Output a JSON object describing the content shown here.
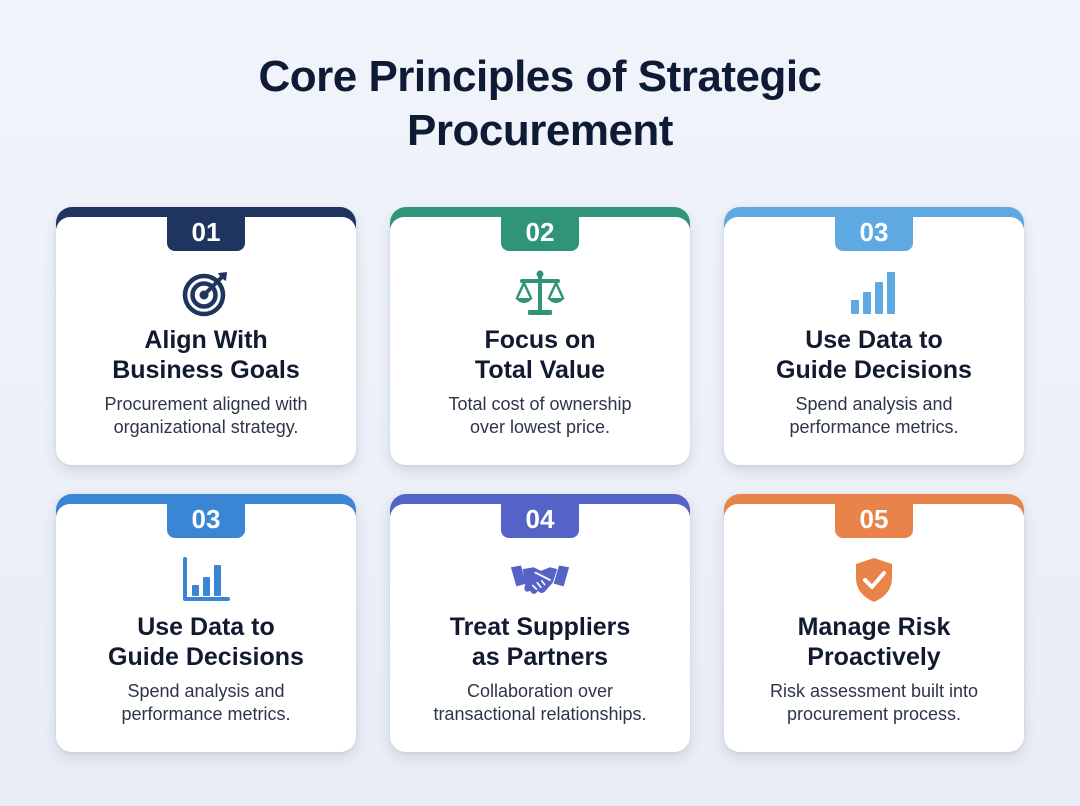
{
  "title": {
    "line1": "Core Principles of Strategic",
    "line2": "Procurement"
  },
  "cards": [
    {
      "number": "01",
      "heading_line1": "Align With",
      "heading_line2": "Business Goals",
      "desc_line1": "Procurement aligned with",
      "desc_line2": "organizational strategy.",
      "icon": "target-icon",
      "color": "#1f3560"
    },
    {
      "number": "02",
      "heading_line1": "Focus on",
      "heading_line2": "Total Value",
      "desc_line1": "Total cost of ownership",
      "desc_line2": "over lowest price.",
      "icon": "scale-icon",
      "color": "#2f9478"
    },
    {
      "number": "03",
      "heading_line1": "Use Data to",
      "heading_line2": "Guide Decisions",
      "desc_line1": "Spend analysis and",
      "desc_line2": "performance metrics.",
      "icon": "bar-chart-icon",
      "color": "#5fa9e2"
    },
    {
      "number": "03",
      "heading_line1": "Use Data to",
      "heading_line2": "Guide Decisions",
      "desc_line1": "Spend analysis and",
      "desc_line2": "performance metrics.",
      "icon": "bar-chart-axis-icon",
      "color": "#3a86d4"
    },
    {
      "number": "04",
      "heading_line1": "Treat Suppliers",
      "heading_line2": "as Partners",
      "desc_line1": "Collaboration over",
      "desc_line2": "transactional relationships.",
      "icon": "handshake-icon",
      "color": "#5563c8"
    },
    {
      "number": "05",
      "heading_line1": "Manage Risk",
      "heading_line2": "Proactively",
      "desc_line1": "Risk assessment built into",
      "desc_line2": "procurement process.",
      "icon": "shield-check-icon",
      "color": "#e8834a"
    }
  ]
}
